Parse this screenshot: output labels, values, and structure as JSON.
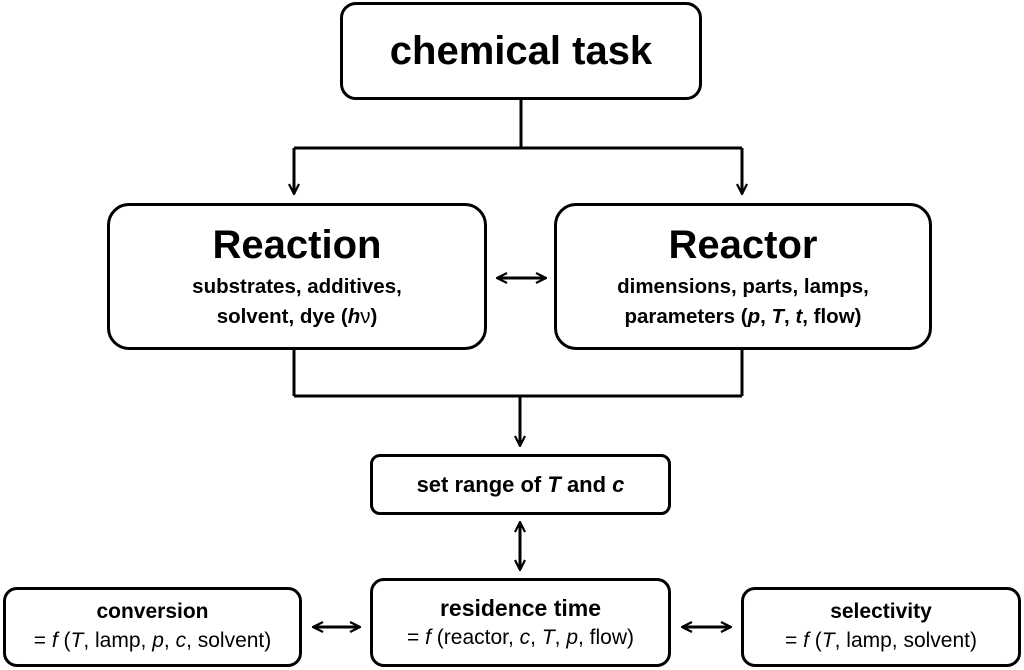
{
  "nodes": {
    "chemical_task": "chemical task",
    "reaction": {
      "title": "Reaction",
      "line1": "substrates, additives,",
      "line2_text": "solvent, dye (",
      "line2_h": "h",
      "line2_nu": "ν",
      "line2_close": ")"
    },
    "reactor": {
      "title": "Reactor",
      "line1": "dimensions, parts, lamps,",
      "line2_prefix": "parameters (",
      "p": "p",
      "sep1": ", ",
      "T": "T",
      "sep2": ", ",
      "t": "t",
      "line2_suffix": ", flow)"
    },
    "set_range": {
      "prefix": "set range of ",
      "T": "T",
      "mid": " and ",
      "c": "c"
    },
    "conversion": {
      "head": "conversion",
      "eq": "= ",
      "f": "f",
      "open": " (",
      "T": "T",
      "mid1": ", lamp, ",
      "p": "p",
      "mid2": ", ",
      "c": "c",
      "close": ", solvent)"
    },
    "residence_time": {
      "head": "residence time",
      "eq": "= ",
      "f": "f",
      "open": " (reactor, ",
      "c": "c",
      "mid1": ", ",
      "T": "T",
      "mid2": ", ",
      "p": "p",
      "close": ", flow)"
    },
    "selectivity": {
      "head": "selectivity",
      "eq": "= ",
      "f": "f",
      "open": " (",
      "T": "T",
      "close": ", lamp, solvent)"
    }
  },
  "edges": [
    {
      "from": "chemical task",
      "to": "Reaction",
      "type": "directed"
    },
    {
      "from": "chemical task",
      "to": "Reactor",
      "type": "directed"
    },
    {
      "from": "Reaction",
      "to": "Reactor",
      "type": "bidirectional"
    },
    {
      "from": "Reaction",
      "to": "set range of T and c",
      "type": "directed"
    },
    {
      "from": "Reactor",
      "to": "set range of T and c",
      "type": "directed"
    },
    {
      "from": "set range of T and c",
      "to": "residence time",
      "type": "bidirectional"
    },
    {
      "from": "residence time",
      "to": "conversion",
      "type": "bidirectional"
    },
    {
      "from": "residence time",
      "to": "selectivity",
      "type": "bidirectional"
    }
  ]
}
